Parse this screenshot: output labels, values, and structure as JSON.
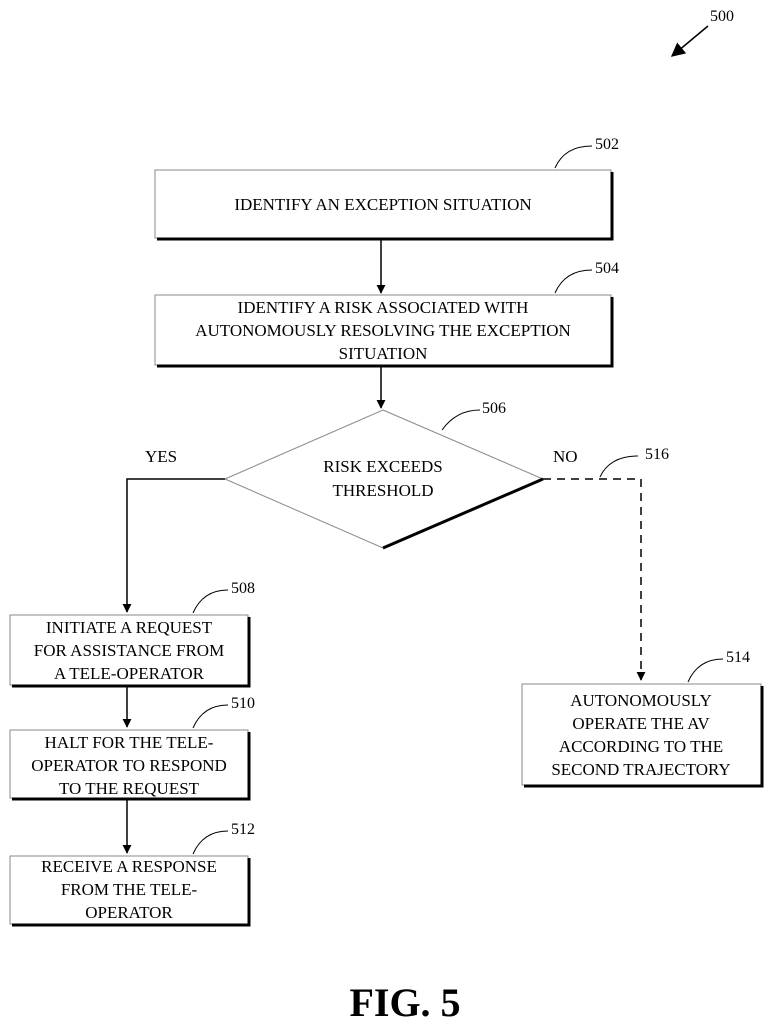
{
  "figure_ref": "500",
  "figure_caption": "FIG. 5",
  "steps": {
    "s502": {
      "ref": "502",
      "lines": [
        "IDENTIFY AN EXCEPTION SITUATION"
      ]
    },
    "s504": {
      "ref": "504",
      "lines": [
        "IDENTIFY A RISK ASSOCIATED WITH",
        "AUTONOMOUSLY RESOLVING THE EXCEPTION",
        "SITUATION"
      ]
    },
    "s506": {
      "ref": "506",
      "lines": [
        "RISK EXCEEDS",
        "THRESHOLD"
      ]
    },
    "s508": {
      "ref": "508",
      "lines": [
        "INITIATE A REQUEST",
        "FOR ASSISTANCE FROM",
        "A TELE-OPERATOR"
      ]
    },
    "s510": {
      "ref": "510",
      "lines": [
        "HALT FOR THE TELE-",
        "OPERATOR TO RESPOND",
        "TO THE REQUEST"
      ]
    },
    "s512": {
      "ref": "512",
      "lines": [
        "RECEIVE A RESPONSE",
        "FROM THE TELE-",
        "OPERATOR"
      ]
    },
    "s514": {
      "ref": "514",
      "lines": [
        "AUTONOMOUSLY",
        "OPERATE THE AV",
        "ACCORDING TO THE",
        "SECOND TRAJECTORY"
      ]
    }
  },
  "branches": {
    "yes_label": "YES",
    "no_label": "NO",
    "no_ref": "516"
  }
}
